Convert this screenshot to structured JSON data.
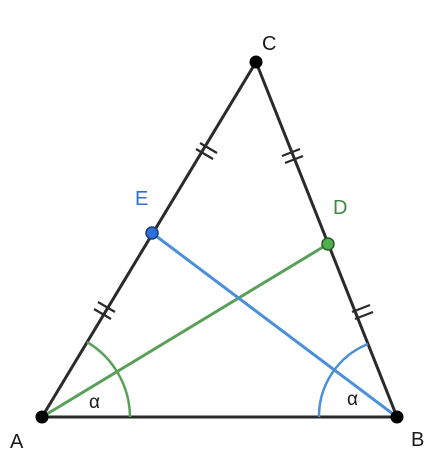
{
  "points": {
    "A": {
      "label": "A",
      "color": "#1a1a1a"
    },
    "B": {
      "label": "B",
      "color": "#1a1a1a"
    },
    "C": {
      "label": "C",
      "color": "#1a1a1a"
    },
    "D": {
      "label": "D",
      "color": "#3d8b3d"
    },
    "E": {
      "label": "E",
      "color": "#2f6fd6"
    }
  },
  "angles": {
    "A": {
      "label": "α"
    },
    "B": {
      "label": "α"
    }
  },
  "colors": {
    "triangle": "#2a2a2a",
    "segment_AD": "#5aa05a",
    "segment_BE": "#4a8fd8",
    "point_dot": "#000000",
    "point_E_fill": "#2f6fd6",
    "point_D_fill": "#4caf50"
  }
}
